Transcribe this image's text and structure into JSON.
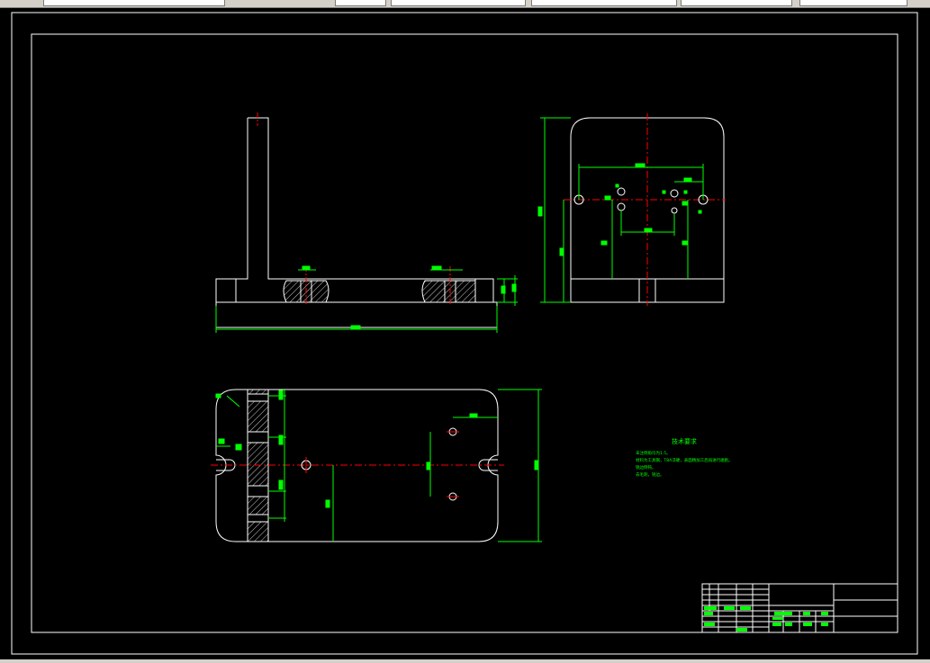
{
  "app": {
    "toolbar": {
      "layer_field": "",
      "style_field": "",
      "color_field": "",
      "linetype_field": "",
      "lineweight_field": "",
      "plotstyle_field": ""
    }
  },
  "drawing": {
    "notes_title": "技术要求",
    "notes": [
      "未注倒角均为1.5。",
      "材料为工具钢，T8A淬硬，表面精加工后再进行磨削。",
      "锐边倒钝。",
      "去毛刺，锐边。"
    ],
    "colors": {
      "background": "#000000",
      "outline": "#ffffff",
      "dimension": "#00ff00",
      "centerline": "#ff0000",
      "hatch": "#ffffff"
    }
  }
}
